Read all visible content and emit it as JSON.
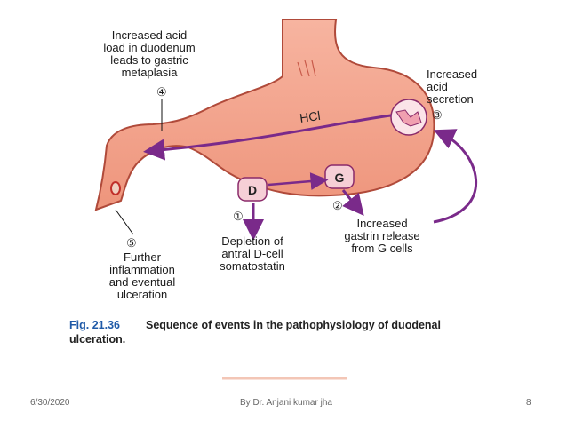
{
  "labels": {
    "step4": "Increased acid load in duodenum leads to gastric metaplasia",
    "step4_lines": [
      "Increased acid",
      "load in duodenum",
      "leads to gastric",
      "metaplasia"
    ],
    "step3_lines": [
      "Increased",
      "acid",
      "secretion"
    ],
    "step2_lines": [
      "Increased",
      "gastrin release",
      "from G cells"
    ],
    "step1_lines": [
      "Depletion of",
      "antral D-cell",
      "somatostatin"
    ],
    "step5_lines": [
      "Further",
      "inflammation",
      "and eventual",
      "ulceration"
    ],
    "hcl": "HCl",
    "d_cell": "D",
    "g_cell": "G",
    "num1": "①",
    "num2": "②",
    "num3": "③",
    "num4": "④",
    "num5": "⑤"
  },
  "caption": {
    "fig_label": "Fig. 21.36",
    "text_line1": "Sequence of events in the pathophysiology of duodenal",
    "text_line2": "ulceration."
  },
  "footer": {
    "date": "6/30/2020",
    "author": "By Dr. Anjani kumar jha",
    "page": "8"
  },
  "colors": {
    "stomach_fill": "#f2a48e",
    "stomach_outline": "#b04a3a",
    "arrow": "#7a2a8a",
    "caption_blue": "#1f5aa8",
    "cell_fill": "#f6cfd6"
  }
}
